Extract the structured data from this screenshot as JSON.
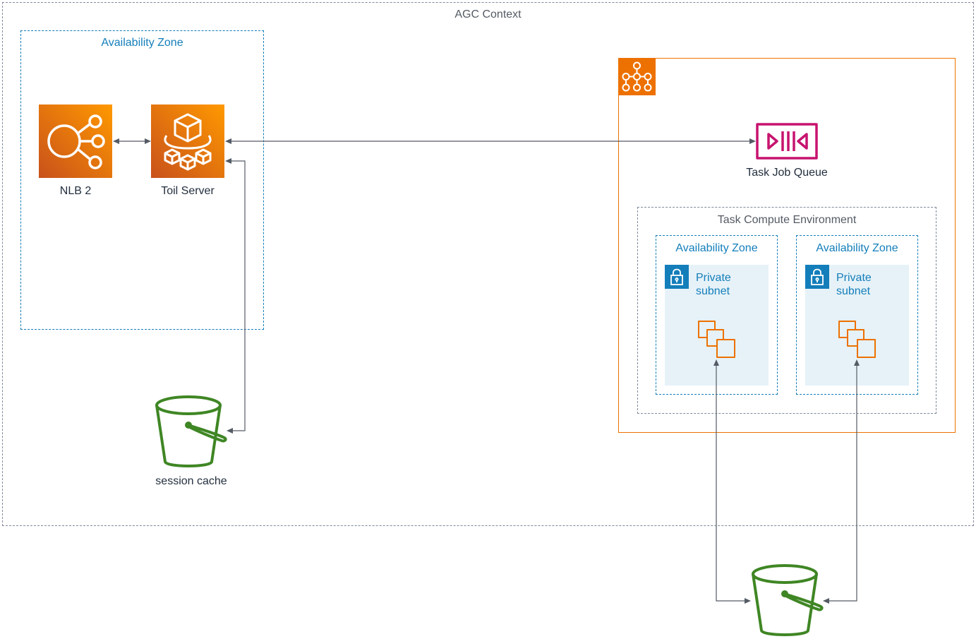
{
  "diagram": {
    "context_label": "AGC Context",
    "left_zone_label": "Availability Zone",
    "nlb_label": "NLB 2",
    "toil_label": "Toil Server",
    "session_cache_label": "session cache",
    "job_queue_label": "Task Job Queue",
    "compute_env_label": "Task Compute Environment",
    "az_a_label": "Availability Zone",
    "az_b_label": "Availability Zone",
    "subnet_a_label_1": "Private",
    "subnet_a_label_2": "subnet",
    "subnet_b_label_1": "Private",
    "subnet_b_label_2": "subnet",
    "colors": {
      "context_border": "#7d8998",
      "zone_blue": "#147eba",
      "orange": "#ed7100",
      "pink": "#c7136f",
      "green": "#3f8624",
      "subnet_bg": "#e6f2f8",
      "arrow": "#545b64"
    },
    "icons": [
      "load-balancer-icon",
      "fargate-server-icon",
      "s3-bucket-icon",
      "batch-icon",
      "job-queue-icon",
      "lock-icon",
      "ec2-instances-icon"
    ]
  }
}
